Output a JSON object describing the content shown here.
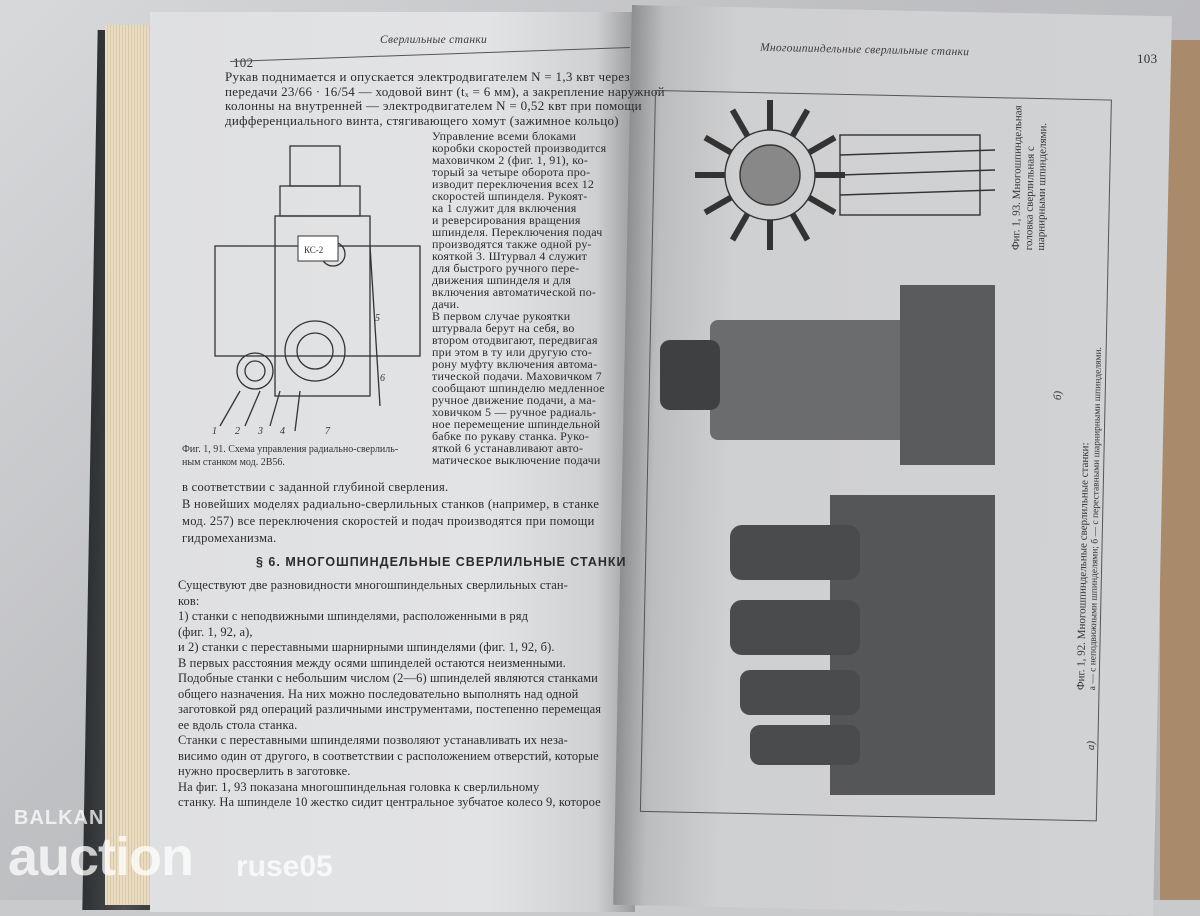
{
  "left_page": {
    "running_head": "Сверлильные станки",
    "page_number": "102",
    "top_lines": [
      "Рукав поднимается и опускается электродвигателем N = 1,3 квт через",
      "передачи 23/66 · 16/54 — ходовой винт (tₓ = 6 мм), а закрепление наружной",
      "колонны на внутренней — электродвигателем N = 0,52 квт при помощи",
      "дифференциального винта, стягивающего хомут (зажимное кольцо)"
    ],
    "column_lines": [
      "Управление всеми блоками",
      "коробки скоростей производится",
      "маховичком 2 (фиг. 1, 91), ко-",
      "торый за четыре оборота про-",
      "изводит переключения всех 12",
      "скоростей шпинделя. Рукоят-",
      "ка 1 служит для включения",
      "и реверсирования вращения",
      "шпинделя. Переключения подач",
      "производятся также одной ру-",
      "кояткой 3. Штурвал 4 служит",
      "для быстрого ручного пере-",
      "движения шпинделя и для",
      "включения автоматической по-",
      "дачи.",
      "В первом случае рукоятки",
      "штурвала берут на себя, во",
      "втором отодвигают, передвигая",
      "при этом в ту или другую сто-",
      "рону муфту включения автома-",
      "тической подачи. Маховичком 7",
      "сообщают шпинделю медленное",
      "ручное движение подачи, а ма-",
      "ховичком 5 — ручное радиаль-",
      "ное перемещение шпиндельной",
      "бабке по рукаву станка. Руко-",
      "яткой 6 устанавливают авто-",
      "матическое выключение подачи"
    ],
    "figure_caption": [
      "Фиг. 1, 91. Схема управления радиально-сверлиль-",
      "ным станком мод. 2В56."
    ],
    "figure_labels": [
      "1",
      "2",
      "3",
      "4",
      "5",
      "6",
      "7"
    ],
    "figure_plate_text": "КС-2",
    "body_lines": [
      "в соответствии с заданной глубиной сверления.",
      "В новейших моделях радиально-сверлильных станков (например, в станке",
      "мод. 257) все переключения скоростей и подач производятся при помощи",
      "гидромеханизма."
    ],
    "section_heading": "§ 6. МНОГОШПИНДЕЛЬНЫЕ СВЕРЛИЛЬНЫЕ СТАНКИ",
    "section_lines": [
      "Существуют две разновидности многошпиндельных сверлильных стан-",
      "ков:",
      "1) станки с неподвижными шпинделями, расположенными в ряд",
      "(фиг. 1, 92, а),",
      "и 2) станки с переставными шарнирными шпинделями (фиг. 1, 92, б).",
      "В первых расстояния между осями шпинделей остаются неизменными.",
      "Подобные станки с небольшим числом (2—6) шпинделей являются станками",
      "общего назначения. На них можно последовательно выполнять над одной",
      "заготовкой ряд операций различными инструментами, постепенно перемещая",
      "ее вдоль стола станка.",
      "Станки с переставными шпинделями позволяют устанавливать их неза-",
      "висимо один от другого, в соответствии с расположением отверстий, которые",
      "нужно просверлить в заготовке.",
      "На фиг. 1, 93 показана многошпиндельная головка к сверлильному",
      "станку. На шпинделе 10 жестко сидит центральное зубчатое колесо 9, которое"
    ]
  },
  "right_page": {
    "running_head": "Многошпиндельные сверлильные станки",
    "page_number": "103",
    "caption_93": [
      "Фиг. 1, 93. Многошпиндельная",
      "головка сверлильная с",
      "шарнирными шпинделями."
    ],
    "caption_92": [
      "Фиг. 1, 92. Многошпиндельные сверлильные станки:",
      "а — с неподвижными шпинделями; б — с переставными шарнирными шпинделями."
    ],
    "label_a": "а)",
    "label_b": "б)"
  },
  "watermark": {
    "line1": "BALKAN",
    "line2": "auction",
    "line3": "ruse05"
  },
  "colors": {
    "paper": "#e0e1e3",
    "ink": "#2a2b2d",
    "spine": "#3a3d3f"
  }
}
